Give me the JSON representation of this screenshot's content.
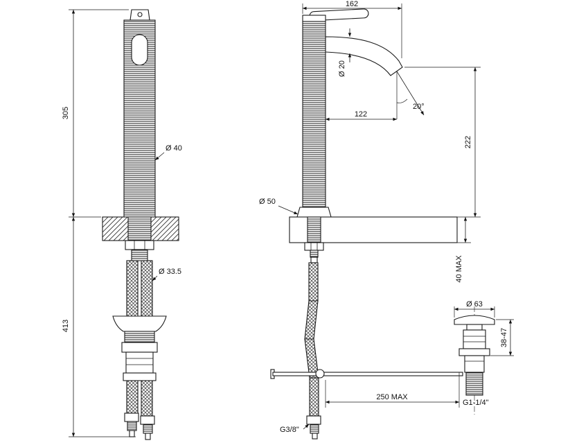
{
  "drawing": {
    "type": "faucet-technical-drawing",
    "front": {
      "h_above": "305",
      "h_below": "413",
      "d_body": "Ø 40",
      "d_hose": "Ø 33.5"
    },
    "side": {
      "w_top": "162",
      "d_spout": "Ø 20",
      "reach": "122",
      "angle": "20°",
      "h_spout": "222",
      "d_base": "Ø 50",
      "counter_max": "40 MAX",
      "d_drain": "Ø 63",
      "drain_h": "38-47",
      "drain_reach": "250 MAX",
      "thread_drain": "G1-1/4\"",
      "thread_hose": "G3/8\""
    }
  }
}
